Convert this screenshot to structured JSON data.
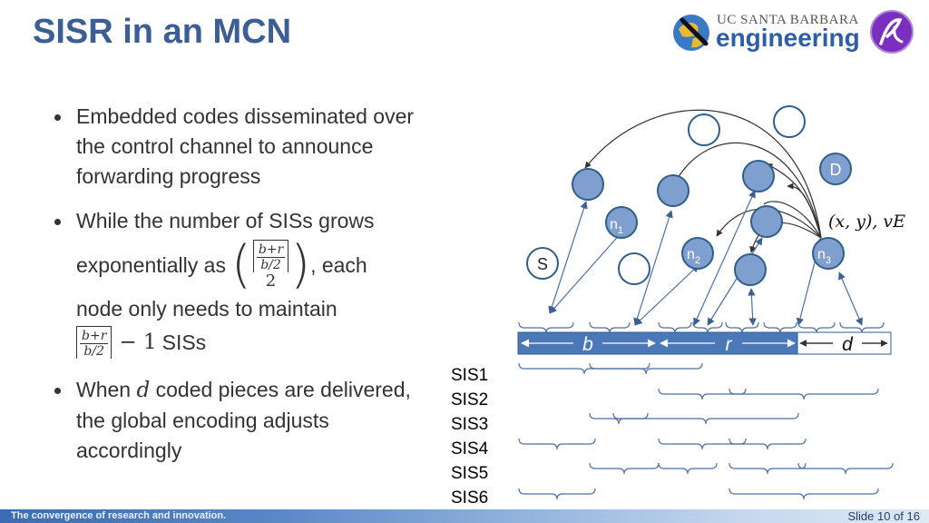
{
  "title": "SISR in an MCN",
  "logo": {
    "line1": "UC SANTA BARBARA",
    "line2": "engineering"
  },
  "bullets": {
    "b1": "Embedded codes disseminated over the control channel to announce forwarding progress",
    "b2_pre": "While the number of SISs grows",
    "b2_mid1": "exponentially as",
    "b2_mid2": ", each",
    "b2_mid3": "node only needs to maintain",
    "b2_end_minus": "− 1",
    "b2_end_word": "SISs",
    "b3_pre": "When",
    "b3_var": "d",
    "b3_post": "coded pieces are delivered, the global encoding adjusts accordingly"
  },
  "math": {
    "num": "b+r",
    "den": "b/2",
    "two": "2",
    "coord": "(x, y), vE"
  },
  "diagram": {
    "nodes": {
      "S": "S",
      "D": "D",
      "n1": "n",
      "n1_sub": "1",
      "n2": "n",
      "n2_sub": "2",
      "n3": "n",
      "n3_sub": "3"
    },
    "segments": {
      "b": "b",
      "r": "r",
      "d": "d"
    },
    "node_fill": "#7f9fcf",
    "node_stroke": "#2f5d8c",
    "arrow_color": "#333333",
    "link_color": "#4a6fa5"
  },
  "sis": [
    "SIS1",
    "SIS2",
    "SIS3",
    "SIS4",
    "SIS5",
    "SIS6"
  ],
  "footer": {
    "tagline": "The convergence of research and innovation.",
    "slide": "Slide 10 of 16"
  }
}
